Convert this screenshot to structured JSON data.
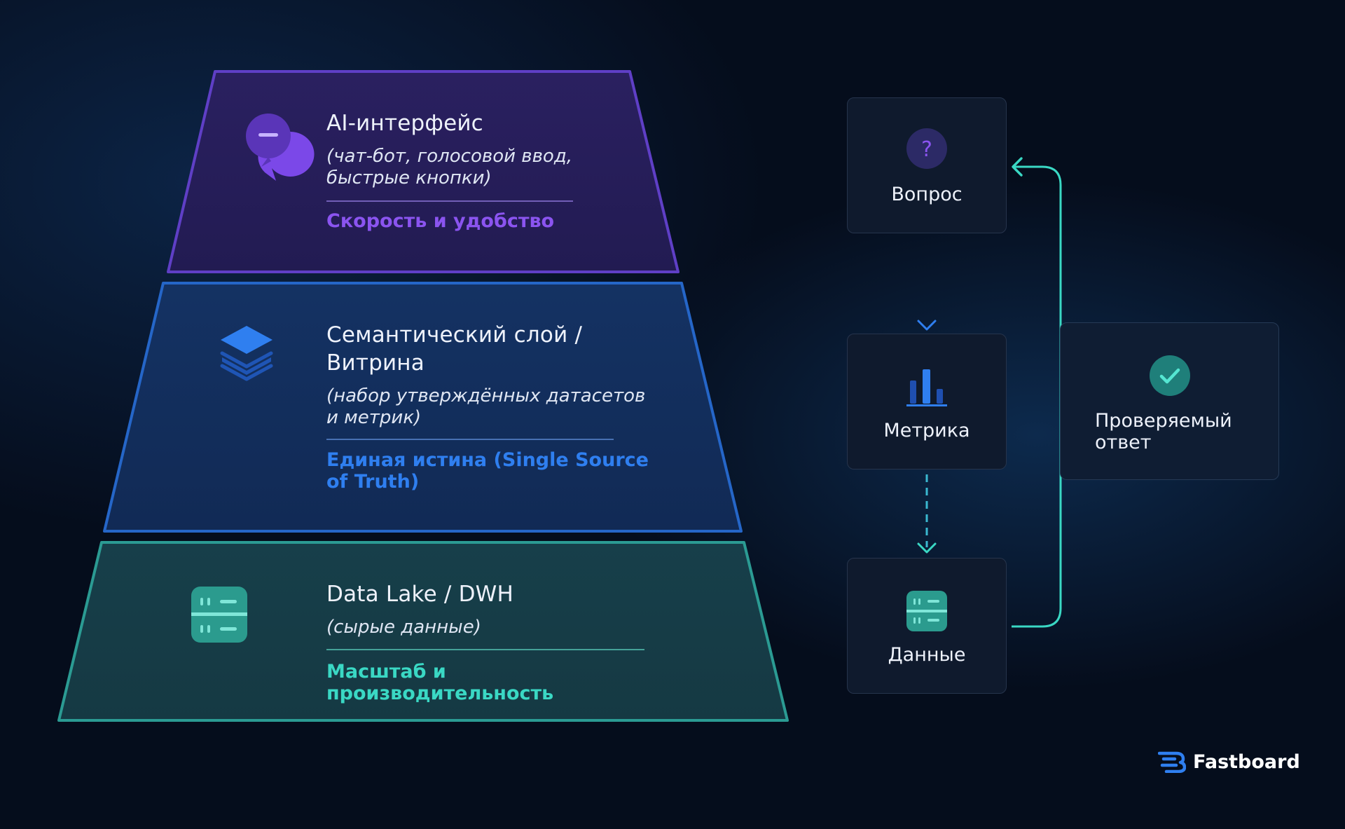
{
  "layers": [
    {
      "title": "AI-интерфейс",
      "subtitle_lines": [
        "(чат-бот, голосовой ввод,",
        "быстрые кнопки)"
      ],
      "benefit_lines": [
        "Скорость и удобство"
      ],
      "icon": "chat-bubbles-icon",
      "accent": "#8b54f0"
    },
    {
      "title_lines": [
        "Семантический слой /",
        "Витрина"
      ],
      "subtitle_lines": [
        "(набор утверждённых датасетов",
        "и метрик)"
      ],
      "benefit_lines": [
        "Единая истина (Single Source",
        "of Truth)"
      ],
      "icon": "layers-stack-icon",
      "accent": "#2f7ff0"
    },
    {
      "title": "Data Lake / DWH",
      "subtitle_lines": [
        "(сырые данные)"
      ],
      "benefit_lines": [
        "Масштаб и производительность"
      ],
      "icon": "database-server-icon",
      "accent": "#3ad8c4"
    }
  ],
  "flow": {
    "nodes": [
      {
        "label": "Вопрос",
        "icon": "question-icon"
      },
      {
        "label": "Метрика",
        "icon": "bar-chart-icon"
      },
      {
        "label": "Данные",
        "icon": "database-server-icon"
      }
    ],
    "result": {
      "label_lines": [
        "Проверяемый",
        "ответ"
      ],
      "icon": "check-circle-icon"
    }
  },
  "brand": {
    "name": "Fastboard",
    "icon": "fastboard-logo-icon"
  },
  "colors": {
    "purple": "#8b54f0",
    "blue": "#2f7ff0",
    "teal": "#3ad8c4",
    "background": "#050d1c"
  }
}
